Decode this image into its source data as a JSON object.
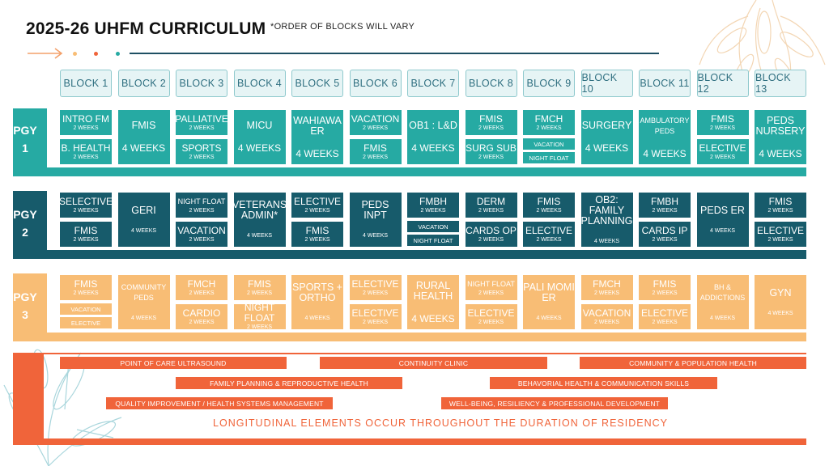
{
  "header": {
    "title": "2025-26 UHFM CURRICULUM",
    "subtitle": "*ORDER OF BLOCKS WILL VARY"
  },
  "colors": {
    "pgy1": "#26aaa3",
    "pgy2": "#175b6b",
    "pgy3": "#f8bd75",
    "longitudinal": "#f0643a",
    "dot_orange": "#f0643a",
    "dot_teal": "#26aaa3",
    "dot_yellow": "#f8bd75"
  },
  "blocks": [
    "BLOCK 1",
    "BLOCK 2",
    "BLOCK 3",
    "BLOCK 4",
    "BLOCK 5",
    "BLOCK 6",
    "BLOCK 7",
    "BLOCK 8",
    "BLOCK 9",
    "BLOCK 10",
    "BLOCK 11",
    "BLOCK 12",
    "BLOCK 13"
  ],
  "pgy1": {
    "label": "PGY\n1",
    "cols": [
      [
        {
          "name": "INTRO FM",
          "dur": "2 WEEKS"
        },
        {
          "name": "B. HEALTH",
          "dur": "2 WEEKS"
        }
      ],
      [
        {
          "name": "FMIS",
          "dur": "4 WEEKS",
          "full": true
        }
      ],
      [
        {
          "name": "PALLIATIVE",
          "dur": "2 WEEKS"
        },
        {
          "name": "SPORTS",
          "dur": "2 WEEKS"
        }
      ],
      [
        {
          "name": "MICU",
          "dur": "4 WEEKS",
          "full": true
        }
      ],
      [
        {
          "name": "WAHIAWA ER",
          "dur": "4 WEEKS",
          "full": true
        }
      ],
      [
        {
          "name": "VACATION",
          "dur": "2 WEEKS"
        },
        {
          "name": "FMIS",
          "dur": "2 WEEKS"
        }
      ],
      [
        {
          "name": "OB1 : L&D",
          "dur": "4 WEEKS",
          "full": true
        }
      ],
      [
        {
          "name": "FMIS",
          "dur": "2 WEEKS"
        },
        {
          "name": "SURG SUB",
          "dur": "2 WEEKS"
        }
      ],
      [
        {
          "name": "FMCH",
          "dur": "2 WEEKS"
        },
        {
          "name": "VACATION",
          "tiny": true
        },
        {
          "name": "NIGHT FLOAT",
          "tiny": true
        }
      ],
      [
        {
          "name": "SURGERY",
          "dur": "4 WEEKS",
          "full": true
        }
      ],
      [
        {
          "name": "AMBULATORY PEDS",
          "dur": "4 WEEKS",
          "full": true,
          "small": true
        }
      ],
      [
        {
          "name": "FMIS",
          "dur": "2 WEEKS"
        },
        {
          "name": "ELECTIVE",
          "dur": "2 WEEKS"
        }
      ],
      [
        {
          "name": "PEDS NURSERY",
          "dur": "4 WEEKS",
          "full": true
        }
      ]
    ]
  },
  "pgy2": {
    "label": "PGY\n2",
    "cols": [
      [
        {
          "name": "SELECTIVE",
          "dur": "2 WEEKS"
        },
        {
          "name": "FMIS",
          "dur": "2 WEEKS"
        }
      ],
      [
        {
          "name": "GERI",
          "dur": "4 WEEKS",
          "full": true,
          "smalldur": true
        }
      ],
      [
        {
          "name": "NIGHT FLOAT",
          "dur": "2 WEEKS",
          "smallname": true
        },
        {
          "name": "VACATION",
          "dur": "2 WEEKS"
        }
      ],
      [
        {
          "name": "VETERANS ADMIN*",
          "dur": "4 WEEKS",
          "full": true,
          "smalldur": true
        }
      ],
      [
        {
          "name": "ELECTIVE",
          "dur": "2 WEEKS"
        },
        {
          "name": "FMIS",
          "dur": "2 WEEKS"
        }
      ],
      [
        {
          "name": "PEDS INPT",
          "dur": "4 WEEKS",
          "full": true,
          "smalldur": true
        }
      ],
      [
        {
          "name": "FMBH",
          "dur": "2 WEEKS"
        },
        {
          "name": "VACATION",
          "tiny": true
        },
        {
          "name": "NIGHT FLOAT",
          "tiny": true
        }
      ],
      [
        {
          "name": "DERM",
          "dur": "2 WEEKS"
        },
        {
          "name": "CARDS OP",
          "dur": "2 WEEKS"
        }
      ],
      [
        {
          "name": "FMIS",
          "dur": "2 WEEKS"
        },
        {
          "name": "ELECTIVE",
          "dur": "2 WEEKS"
        }
      ],
      [
        {
          "name": "OB2: FAMILY PLANNING",
          "dur": "4 WEEKS",
          "full": true,
          "smalldur": true
        }
      ],
      [
        {
          "name": "FMBH",
          "dur": "2 WEEKS"
        },
        {
          "name": "CARDS IP",
          "dur": "2 WEEKS"
        }
      ],
      [
        {
          "name": "PEDS ER",
          "dur": "4 WEEKS",
          "full": true,
          "smalldur": true
        }
      ],
      [
        {
          "name": "FMIS",
          "dur": "2 WEEKS"
        },
        {
          "name": "ELECTIVE",
          "dur": "2 WEEKS"
        }
      ]
    ]
  },
  "pgy3": {
    "label": "PGY\n3",
    "cols": [
      [
        {
          "name": "FMIS",
          "dur": "2 WEEKS"
        },
        {
          "name": "VACATION",
          "tiny": true
        },
        {
          "name": "ELECTIVE",
          "tiny": true
        }
      ],
      [
        {
          "name": "COMMUNITY PEDS",
          "dur": "4 WEEKS",
          "full": true,
          "smalldur": true,
          "small": true
        }
      ],
      [
        {
          "name": "FMCH",
          "dur": "2 WEEKS"
        },
        {
          "name": "CARDIO",
          "dur": "2 WEEKS"
        }
      ],
      [
        {
          "name": "FMIS",
          "dur": "2 WEEKS"
        },
        {
          "name": "NIGHT FLOAT",
          "dur": "2 WEEKS"
        }
      ],
      [
        {
          "name": "SPORTS + ORTHO",
          "dur": "4 WEEKS",
          "full": true,
          "smalldur": true
        }
      ],
      [
        {
          "name": "ELECTIVE",
          "dur": "2 WEEKS"
        },
        {
          "name": "ELECTIVE",
          "dur": "2 WEEKS"
        }
      ],
      [
        {
          "name": "RURAL HEALTH",
          "dur": "4 WEEKS",
          "full": true
        }
      ],
      [
        {
          "name": "NIGHT FLOAT",
          "dur": "2 WEEKS",
          "smallname": true
        },
        {
          "name": "ELECTIVE",
          "dur": "2 WEEKS"
        }
      ],
      [
        {
          "name": "PALI MOMI ER",
          "dur": "4 WEEKS",
          "full": true,
          "smalldur": true
        }
      ],
      [
        {
          "name": "FMCH",
          "dur": "2 WEEKS"
        },
        {
          "name": "VACATION",
          "dur": "2 WEEKS"
        }
      ],
      [
        {
          "name": "FMIS",
          "dur": "2 WEEKS"
        },
        {
          "name": "ELECTIVE",
          "dur": "2 WEEKS"
        }
      ],
      [
        {
          "name": "BH & ADDICTIONS",
          "dur": "4 WEEKS",
          "full": true,
          "smalldur": true,
          "small": true
        }
      ],
      [
        {
          "name": "GYN",
          "dur": "4 WEEKS",
          "full": true,
          "smalldur": true
        }
      ]
    ]
  },
  "longitudinal": {
    "bars": [
      "POINT OF CARE ULTRASOUND",
      "CONTINUITY CLINIC",
      "COMMUNITY & POPULATION HEALTH",
      "FAMILY PLANNING & REPRODUCTIVE HEALTH",
      "BEHAVORIAL HEALTH & COMMUNICATION SKILLS",
      "QUALITY IMPROVEMENT / HEALTH SYSTEMS MANAGEMENT",
      "WELL-BEING, RESILIENCY & PROFESSIONAL DEVELOPMENT"
    ],
    "note": "LONGITUDINAL ELEMENTS OCCUR THROUGHOUT THE DURATION OF RESIDENCY"
  }
}
